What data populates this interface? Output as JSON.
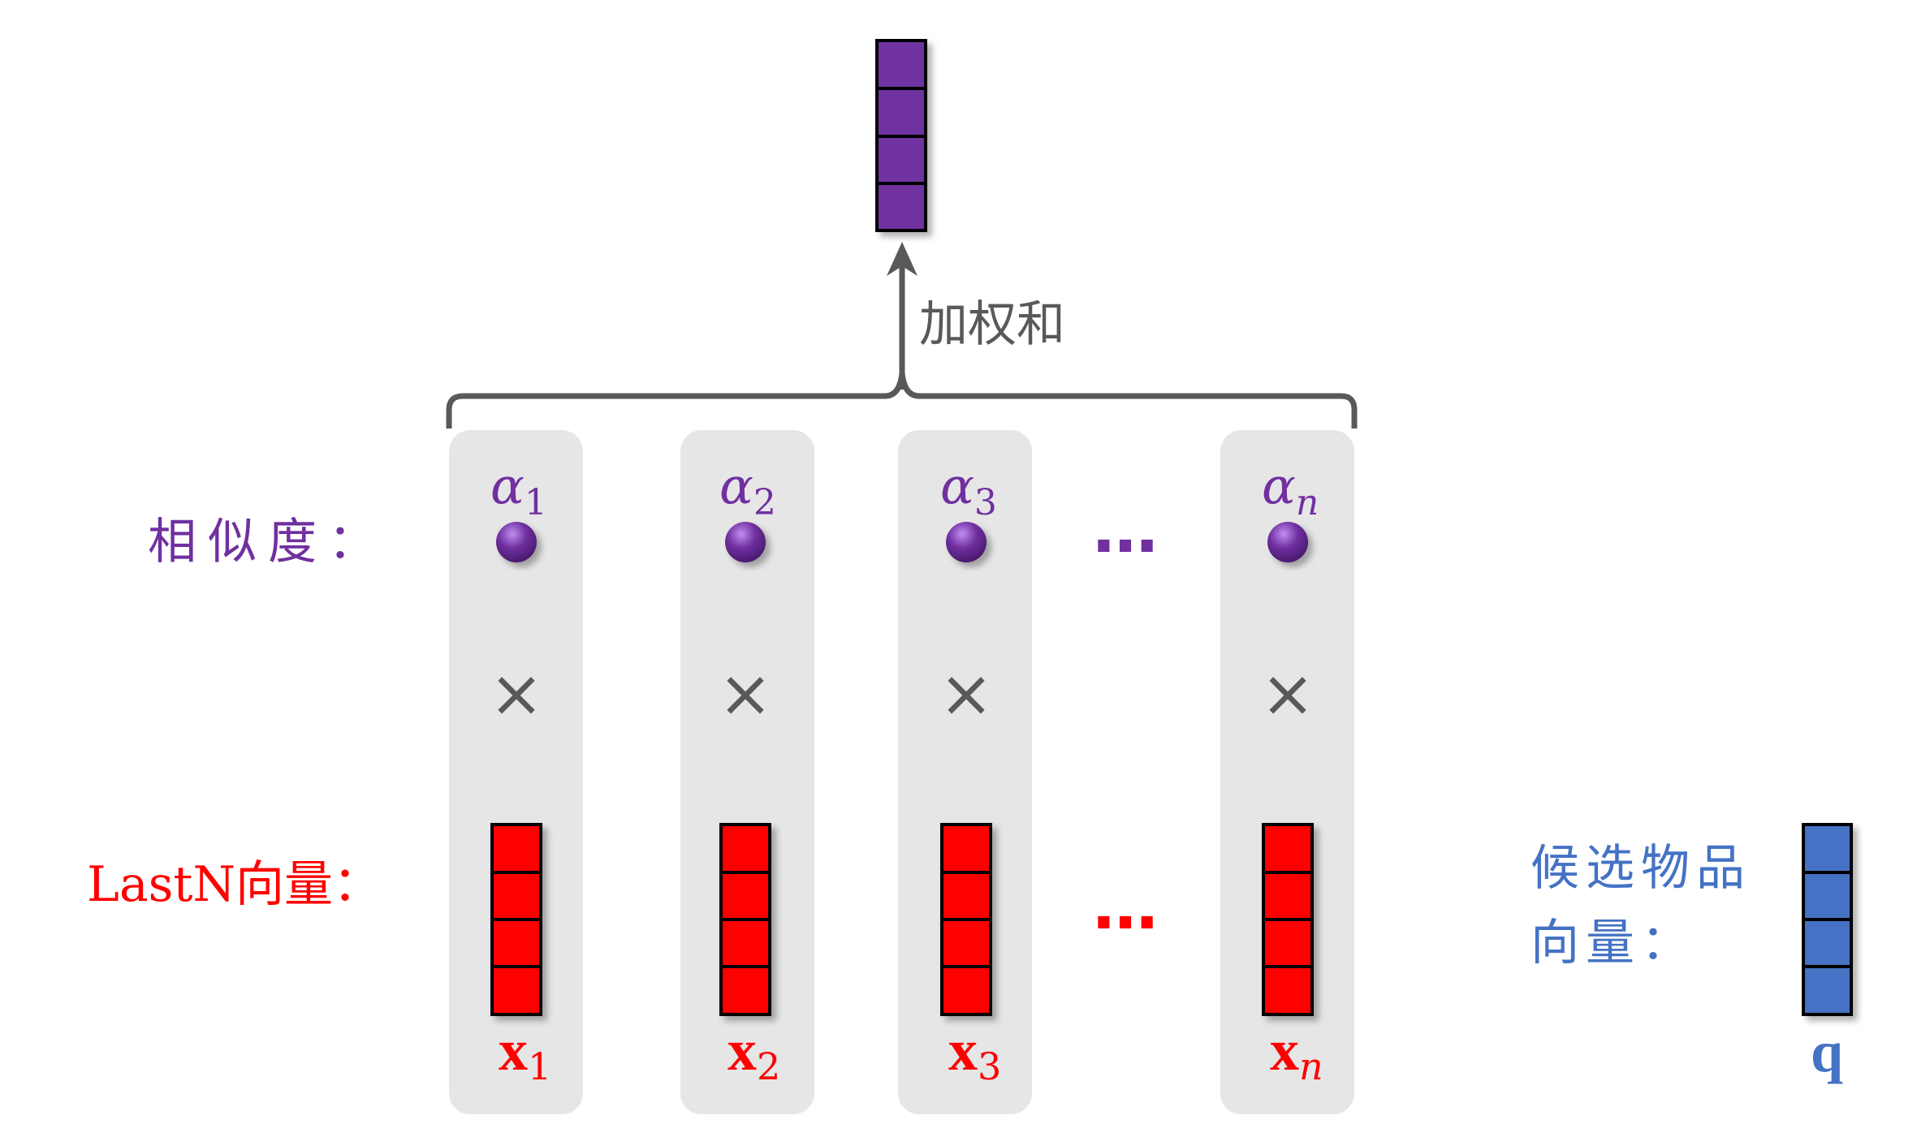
{
  "labels": {
    "weighted_sum": "加权和",
    "similarity": "相似度：",
    "lastn_vectors": "LastN向量：",
    "candidate_line1": "候选物品",
    "candidate_line2": "向量：",
    "ellipsis": "…",
    "times": "×"
  },
  "columns": [
    {
      "alpha": "α",
      "alpha_sub": "1",
      "x": "x",
      "x_sub": "1"
    },
    {
      "alpha": "α",
      "alpha_sub": "2",
      "x": "x",
      "x_sub": "2"
    },
    {
      "alpha": "α",
      "alpha_sub": "3",
      "x": "x",
      "x_sub": "3"
    },
    {
      "alpha": "α",
      "alpha_sub": "n",
      "x": "x",
      "x_sub": "n"
    }
  ],
  "query": {
    "label": "q"
  },
  "colors": {
    "purple": "#7030a0",
    "red": "#ff0000",
    "blue": "#4472c4",
    "gray": "#595959",
    "panel": "#e6e6e6"
  }
}
